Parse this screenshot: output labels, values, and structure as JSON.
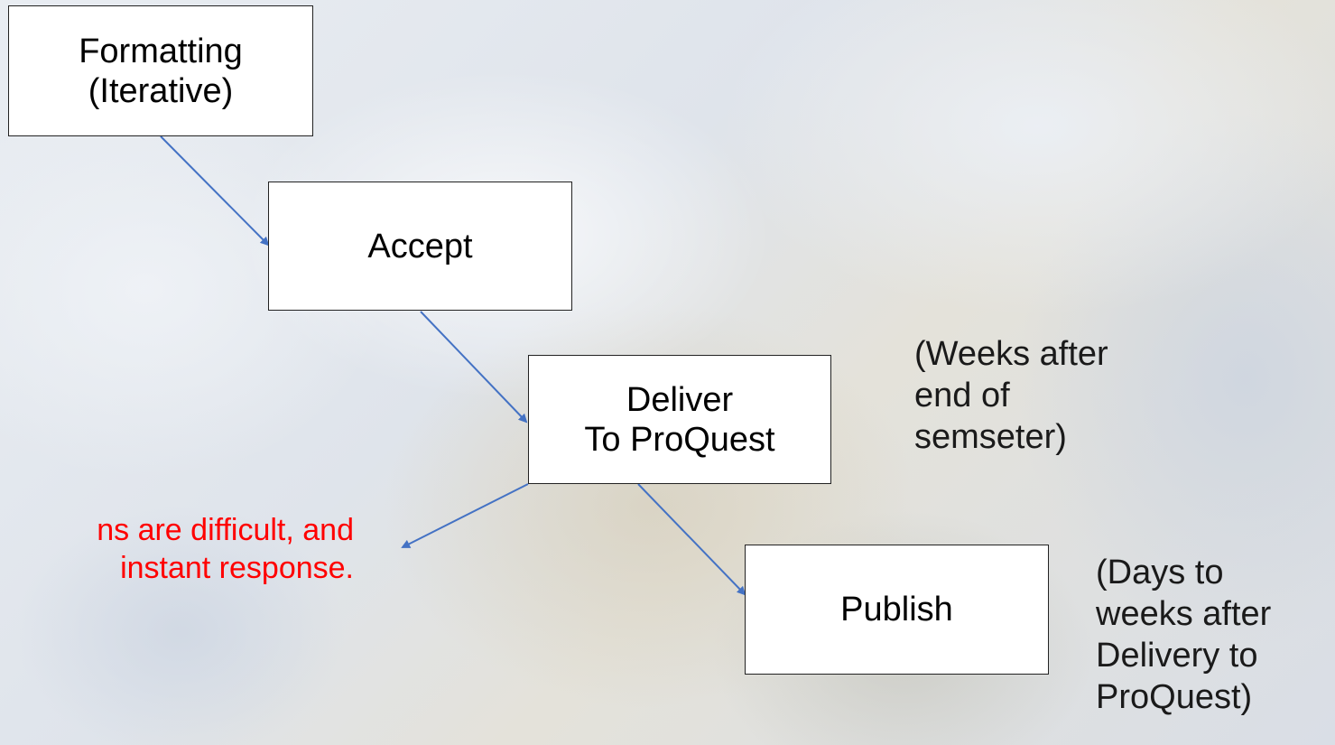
{
  "colors": {
    "box_fill": "#ffffff",
    "box_border": "#222222",
    "arrow": "#4472c4",
    "warning_text": "#ff0000",
    "note_text": "#1a1a1a"
  },
  "nodes": {
    "formatting": {
      "line1": "Formatting",
      "line2": "(Iterative)"
    },
    "accept": {
      "label": "Accept"
    },
    "deliver": {
      "line1": "Deliver",
      "line2": "To ProQuest"
    },
    "publish": {
      "label": "Publish"
    }
  },
  "notes": {
    "deliver_timing": {
      "line1": "(Weeks after",
      "line2": "end of",
      "line3": "semseter)"
    },
    "publish_timing": {
      "line1": "(Days to",
      "line2": "weeks after",
      "line3": "Delivery to",
      "line4": "ProQuest)"
    }
  },
  "warning": {
    "line1": "ns are difficult, and",
    "line2": "instant response."
  }
}
